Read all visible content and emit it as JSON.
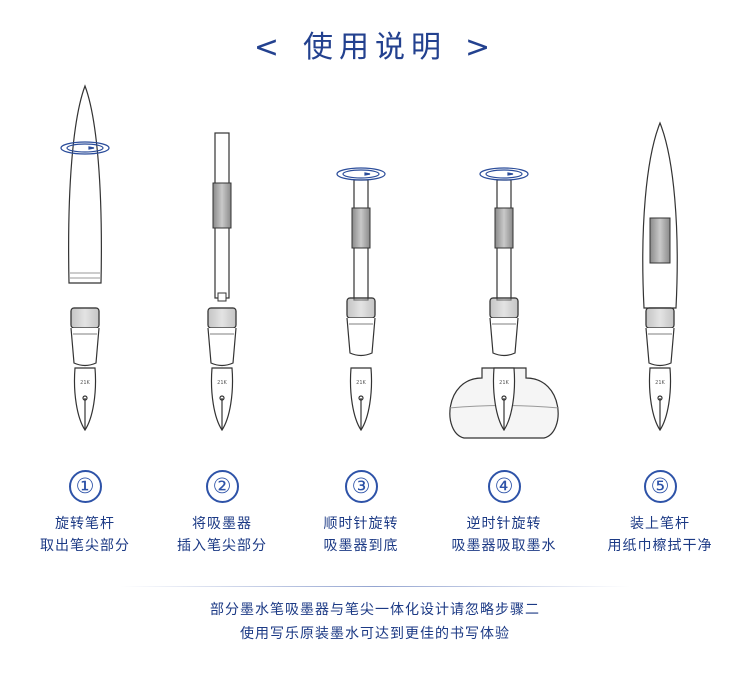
{
  "header": {
    "title": "使用说明",
    "left_bracket": "<",
    "right_bracket": ">"
  },
  "steps": [
    {
      "number": "①",
      "line1": "旋转笔杆",
      "line2": "取出笔尖部分"
    },
    {
      "number": "②",
      "line1": "将吸墨器",
      "line2": "插入笔尖部分"
    },
    {
      "number": "③",
      "line1": "顺时针旋转",
      "line2": "吸墨器到底"
    },
    {
      "number": "④",
      "line1": "逆时针旋转",
      "line2": "吸墨器吸取墨水"
    },
    {
      "number": "⑤",
      "line1": "装上笔杆",
      "line2": "用纸巾檫拭干净"
    }
  ],
  "footer": {
    "line1": "部分墨水笔吸墨器与笔尖一体化设计请忽略步骤二",
    "line2": "使用写乐原装墨水可达到更佳的书写体验"
  },
  "colors": {
    "accent": "#23418f",
    "line_art": "#3a3a3a",
    "grip": "#a9a9a9"
  }
}
